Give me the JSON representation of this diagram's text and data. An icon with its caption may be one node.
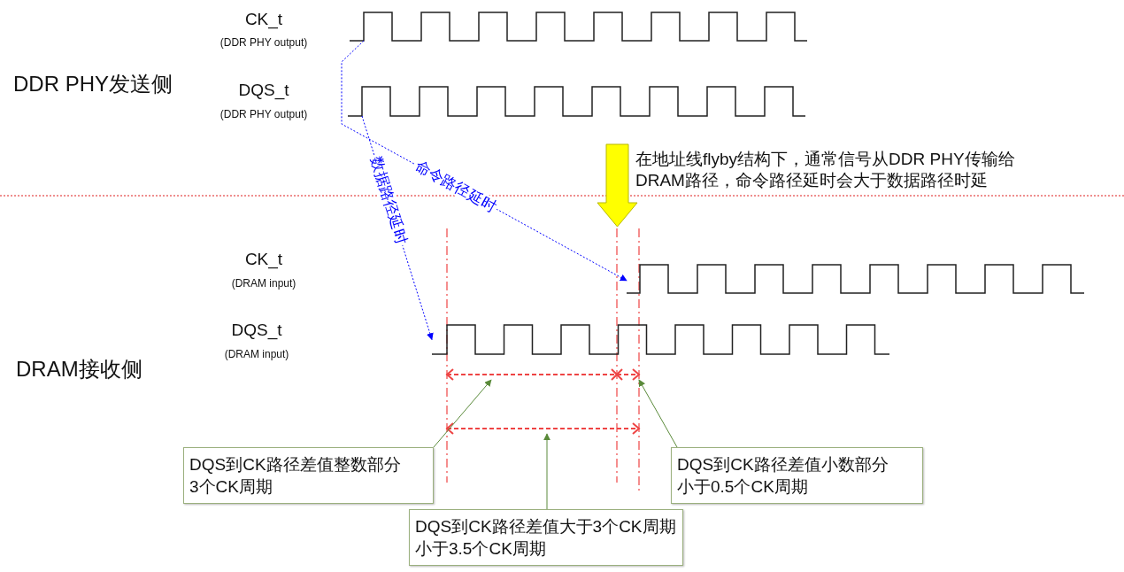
{
  "diagram": {
    "nodes": [
      {
        "text": [],
        "shape": "waveform"
      },
      {
        "text": [],
        "shape": "waveform"
      },
      {
        "text": [],
        "shape": "waveform"
      },
      {
        "text": [],
        "shape": "waveform"
      },
      {
        "text": [],
        "shape": "line"
      },
      {
        "text": [],
        "shape": "line"
      },
      {
        "text": [],
        "shape": "line"
      },
      {
        "text": [
          "DQS到CK路径差值整数部分3个CK周期"
        ]
      },
      {
        "text": [
          "DQS到CK路径差值大于3个CK周期小于3.5个CK周期"
        ]
      },
      {
        "text": [
          "DQS到CK路径差值小数部分小于0.5个CK周期"
        ]
      }
    ],
    "edges": [
      {
        "from": 0,
        "to": 2,
        "arrow": "to",
        "label": "命令路径延时",
        "style": "dashed",
        "color": "#0000ff"
      },
      {
        "from": 1,
        "to": 3,
        "arrow": "to",
        "label": "数据路径延时",
        "style": "dashed",
        "color": "#0000ff"
      },
      {
        "from": 7,
        "to": 4,
        "arrow": "to"
      },
      {
        "from": 8,
        "to": 6,
        "arrow": "to"
      },
      {
        "from": 9,
        "to": 5,
        "arrow": "to"
      }
    ],
    "labels": [
      "CK_t",
      "(DDR PHY output)",
      "DDR PHY发送侧",
      "DQS_t",
      "(DDR PHY output)",
      "在地址线flyby结构下，通常信号从DDR PHY传输给DRAM路径，命令路径延时会大于数据路径时延",
      "CK_t",
      "(DRAM input)",
      "DQS_t",
      "(DRAM input)",
      "DRAM接收侧"
    ]
  }
}
